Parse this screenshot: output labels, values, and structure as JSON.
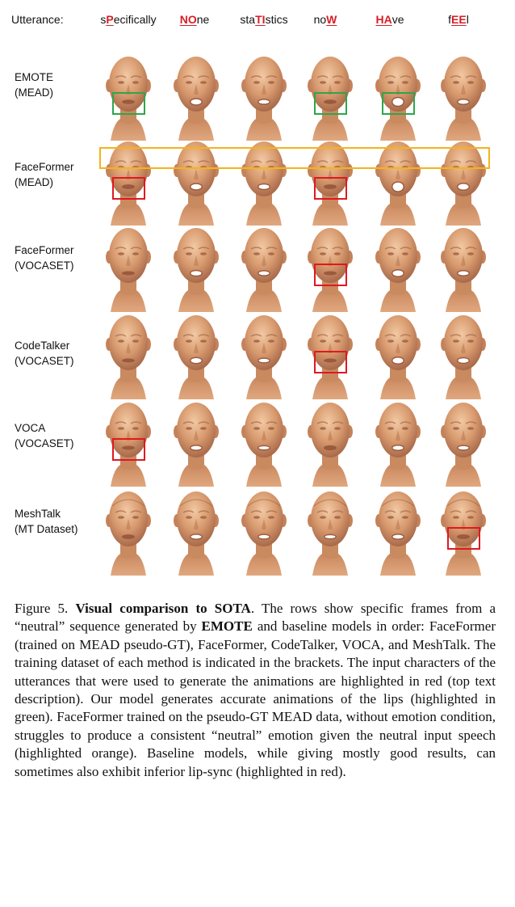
{
  "header": {
    "label": "Utterance:",
    "utterances": [
      {
        "pre": "s",
        "hl": "P",
        "post": "ecifically"
      },
      {
        "pre": "",
        "hl": "NO",
        "post": "ne"
      },
      {
        "pre": "sta",
        "hl": "TI",
        "post": "stics"
      },
      {
        "pre": "no",
        "hl": "W",
        "post": ""
      },
      {
        "pre": "",
        "hl": "HA",
        "post": "ve"
      },
      {
        "pre": "f",
        "hl": "EE",
        "post": "l"
      }
    ]
  },
  "rows": [
    {
      "name_line1": "EMOTE",
      "name_line2": "(MEAD)"
    },
    {
      "name_line1": "FaceFormer",
      "name_line2": "(MEAD)"
    },
    {
      "name_line1": "FaceFormer",
      "name_line2": "(VOCASET)"
    },
    {
      "name_line1": "CodeTalker",
      "name_line2": "(VOCASET)"
    },
    {
      "name_line1": "VOCA",
      "name_line2": "(VOCASET)"
    },
    {
      "name_line1": "MeshTalk",
      "name_line2": "(MT Dataset)"
    }
  ],
  "highlights": {
    "green": "#2ea64a",
    "red": "#e0191f",
    "orange": "#f5b31a",
    "text_red": "#d61f26"
  },
  "caption": {
    "fig_label": "Figure 5.",
    "fig_title": "Visual comparison to SOTA",
    "text1": ". The rows show specific frames from a “neutral” sequence generated by ",
    "emote": "EMOTE",
    "text2": " and baseline models in order: FaceFormer (trained on MEAD pseudo-GT), FaceFormer, CodeTalker, VOCA, and MeshTalk. The training dataset of each method is indicated in the brackets. The input characters of the utterances that were used to generate the animations are highlighted in red (top text description). Our model generates accurate animations of the lips (highlighted in green). FaceFormer trained on the pseudo-GT MEAD data, without emotion condition, struggles to produce a consistent “neutral” emotion given the neutral input speech (highlighted orange). Baseline models, while giving mostly good results, can sometimes also  exhibit inferior lip-sync (highlighted in red)."
  }
}
